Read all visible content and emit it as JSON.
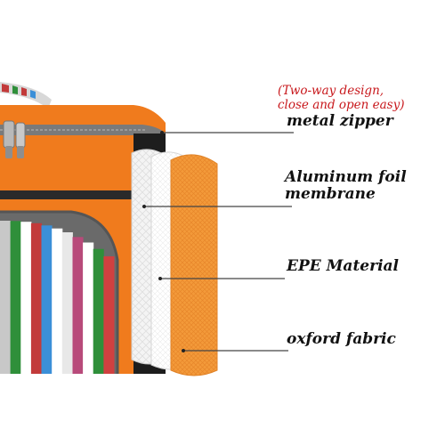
{
  "callouts": {
    "two_way_note_line1": "(Two-way design,",
    "two_way_note_line2": "close and open easy)",
    "metal_zipper": "metal zipper",
    "aluminum_foil_line1": "Aluminum foil",
    "aluminum_foil_line2": "membrane",
    "epe_material": "EPE Material",
    "oxford_fabric": "oxford fabric"
  },
  "colors": {
    "bag_orange": "#f07b1d",
    "zipper_gray": "#7a7a7a",
    "foil_white": "#f2f2f2",
    "epe_white": "#ffffff",
    "oxford_orange": "#f39a3a",
    "note_red": "#c8181c",
    "stripes": [
      "#c8c8c8",
      "#2f8f3a",
      "#ffffff",
      "#c23a3a",
      "#3b8fd8",
      "#ffffff",
      "#e8e8e8",
      "#b84a7a",
      "#ffffff",
      "#2f8f3a",
      "#d04040"
    ]
  }
}
